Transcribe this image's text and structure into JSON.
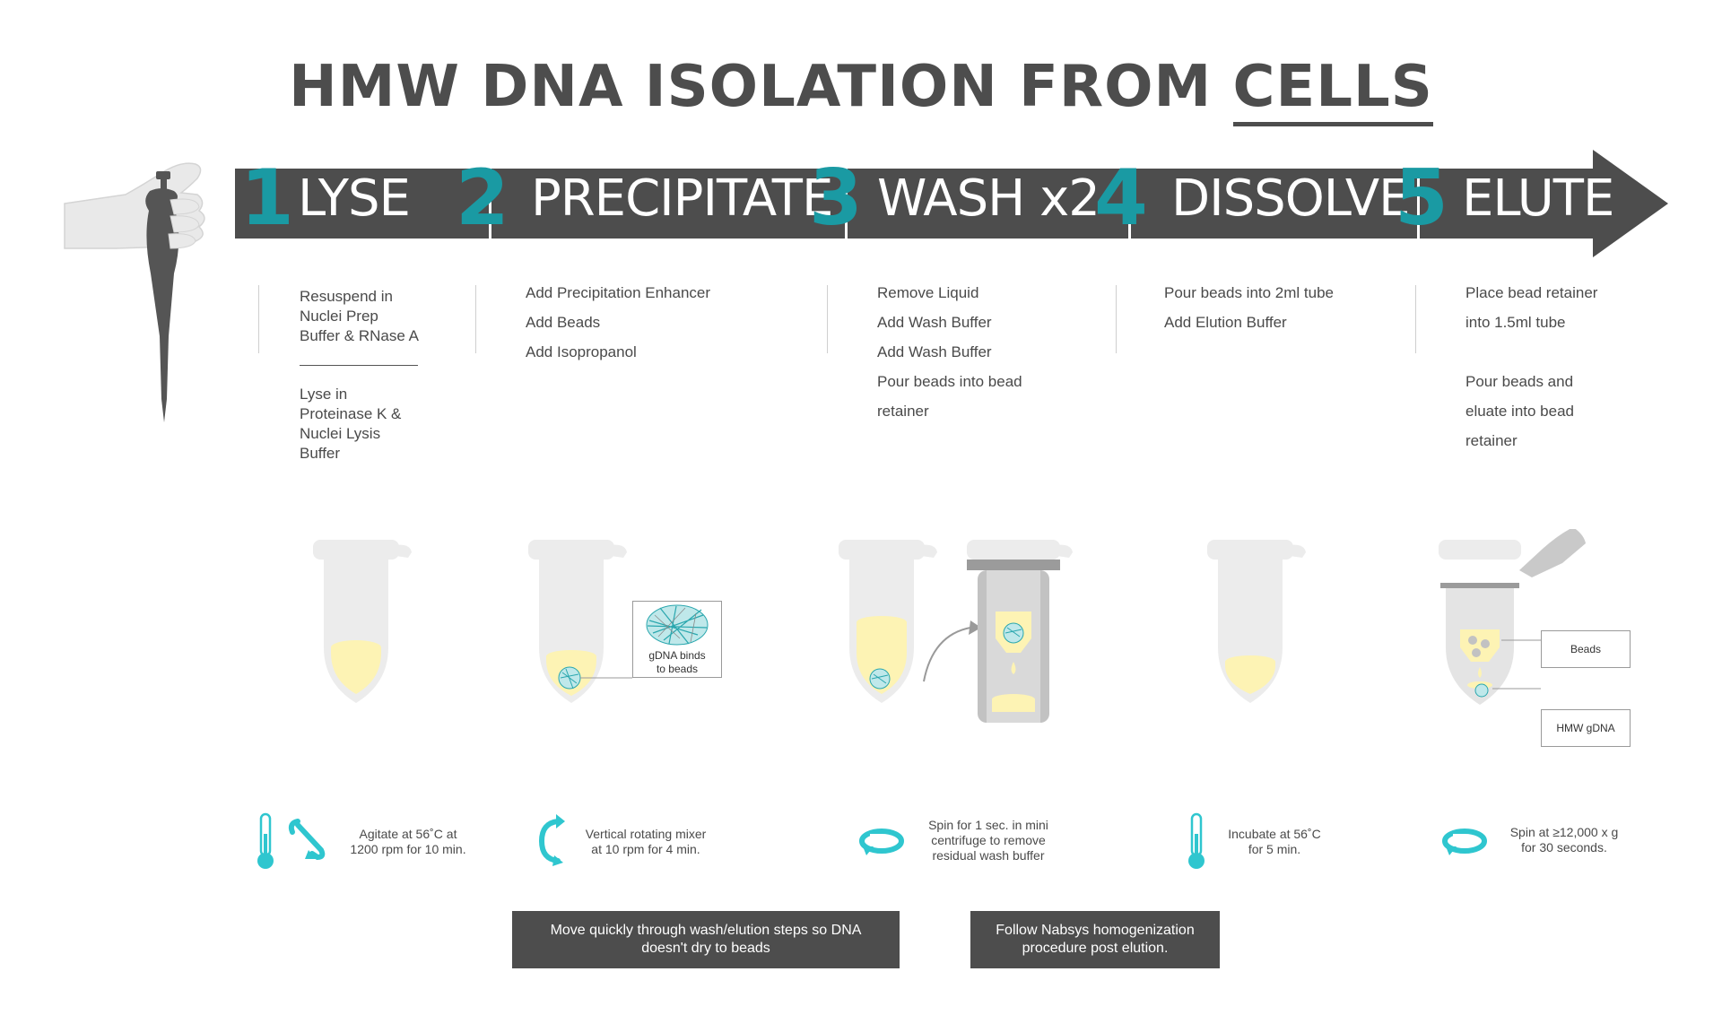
{
  "title": {
    "main": "HMW DNA ISOLATION FROM",
    "underlined": "CELLS"
  },
  "steps": [
    {
      "number": "1",
      "label": "LYSE"
    },
    {
      "number": "2",
      "label": "PRECIPITATE"
    },
    {
      "number": "3",
      "label": "WASH x2"
    },
    {
      "number": "4",
      "label": "DISSOLVE"
    },
    {
      "number": "5",
      "label": "ELUTE"
    }
  ],
  "instructions": {
    "lyse": {
      "part1": [
        "Resuspend in",
        "Nuclei Prep",
        "Buffer & RNase A"
      ],
      "part2": [
        "Lyse in",
        "Proteinase K &",
        "Nuclei Lysis",
        "Buffer"
      ]
    },
    "precipitate": [
      "Add Precipitation Enhancer",
      "Add Beads",
      "Add Isopropanol"
    ],
    "wash": [
      "Remove Liquid",
      "Add Wash Buffer",
      "Add Wash Buffer",
      "Pour beads into bead",
      "retainer"
    ],
    "dissolve": [
      "Pour beads into 2ml tube",
      "Add Elution Buffer"
    ],
    "elute": [
      "Place bead retainer",
      "into 1.5ml tube",
      "",
      "Pour beads and",
      "eluate into bead",
      "retainer"
    ]
  },
  "callouts": {
    "gdna_binds": [
      "gDNA binds",
      "to beads"
    ],
    "beads": "Beads",
    "hmw_gdna": "HMW gDNA"
  },
  "conditions": {
    "lyse": [
      "Agitate at 56˚C at",
      "1200 rpm for 10 min."
    ],
    "precipitate": [
      "Vertical rotating mixer",
      "at 10 rpm for 4 min."
    ],
    "wash": [
      "Spin for 1 sec. in mini",
      "centrifuge to remove",
      "residual wash buffer"
    ],
    "dissolve": [
      "Incubate at 56˚C",
      "for 5 min."
    ],
    "elute": [
      "Spin at ≥12,000 x g",
      "for 30 seconds."
    ]
  },
  "notes": {
    "left": [
      "Move quickly through wash/elution steps so DNA",
      "doesn't dry to beads"
    ],
    "right": [
      "Follow Nabsys homogenization",
      "procedure post elution."
    ]
  },
  "colors": {
    "band": "#4d4d4d",
    "accent": "#1a9aa3",
    "icon": "#2fc6cf",
    "tube": "#e8e8e8",
    "liquid": "#fdf3b4",
    "note_bg": "#4d4d4d"
  }
}
